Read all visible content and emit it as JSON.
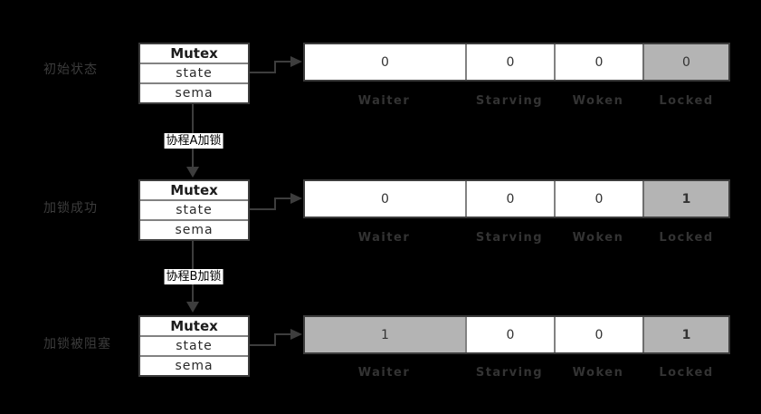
{
  "diagram": {
    "background_color": "#000000",
    "box_fill": "#ffffff",
    "highlight_fill": "#b4b4b4",
    "border_color": "#3c3c3c",
    "divider_color": "#828282",
    "arrow_color": "#3d3d3d",
    "text_muted_color": "#3c3c3c",
    "mutex": {
      "title": "Mutex",
      "fields": [
        "state",
        "sema"
      ]
    },
    "columns": [
      "Waiter",
      "Starving",
      "Woken",
      "Locked"
    ],
    "rows": [
      {
        "label": "初始状态",
        "cells": [
          {
            "value": "0",
            "highlight": false,
            "bold": false
          },
          {
            "value": "0",
            "highlight": false,
            "bold": false
          },
          {
            "value": "0",
            "highlight": false,
            "bold": false
          },
          {
            "value": "0",
            "highlight": true,
            "bold": false
          }
        ]
      },
      {
        "label": "加锁成功",
        "cells": [
          {
            "value": "0",
            "highlight": false,
            "bold": false
          },
          {
            "value": "0",
            "highlight": false,
            "bold": false
          },
          {
            "value": "0",
            "highlight": false,
            "bold": false
          },
          {
            "value": "1",
            "highlight": true,
            "bold": true
          }
        ]
      },
      {
        "label": "加锁被阻塞",
        "cells": [
          {
            "value": "1",
            "highlight": true,
            "bold": false
          },
          {
            "value": "0",
            "highlight": false,
            "bold": false
          },
          {
            "value": "0",
            "highlight": false,
            "bold": false
          },
          {
            "value": "1",
            "highlight": true,
            "bold": true
          }
        ]
      }
    ],
    "transitions": [
      {
        "label": "协程A加锁"
      },
      {
        "label": "协程B加锁"
      }
    ]
  }
}
